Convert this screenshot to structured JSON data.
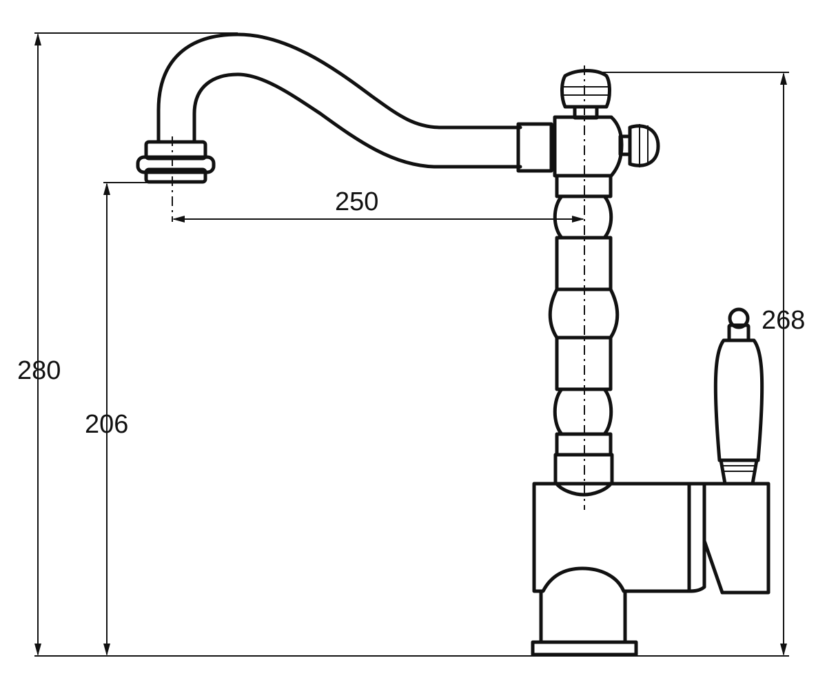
{
  "dimensions": {
    "overall_height": "280",
    "spout_height": "206",
    "spout_reach": "250",
    "handle_height": "268"
  },
  "colors": {
    "line": "#111111",
    "background": "#ffffff"
  }
}
